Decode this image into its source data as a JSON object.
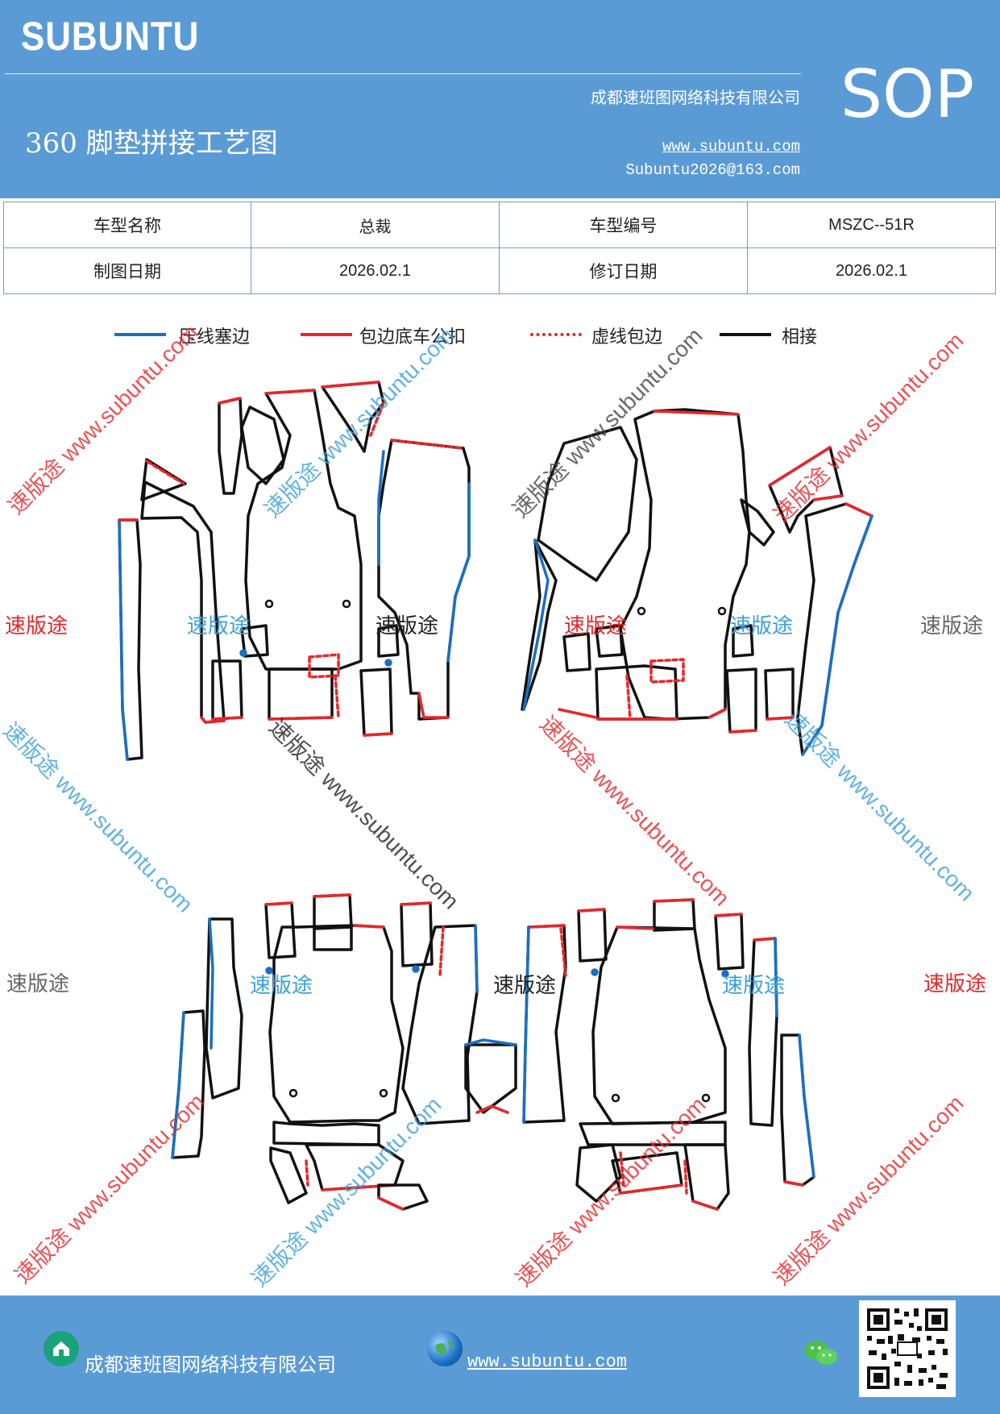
{
  "header": {
    "brand": "SUBUNTU",
    "company": "成都速班图网络科技有限公司",
    "doc_type": "SOP",
    "title": "360 脚垫拼接工艺图",
    "website": "www.subuntu.com",
    "email": "Subuntu2026@163.com"
  },
  "info_table": {
    "rows": [
      [
        "车型名称",
        "总裁",
        "车型编号",
        "MSZC--51R"
      ],
      [
        "制图日期",
        "2026.02.1",
        "修订日期",
        "2026.02.1"
      ]
    ]
  },
  "legend": {
    "items": [
      {
        "label": "压线塞边",
        "color": "#1a6fc4",
        "style": "solid"
      },
      {
        "label": "包边底车公扣",
        "color": "#e8262a",
        "style": "solid"
      },
      {
        "label": "虚线包边",
        "color": "#e8262a",
        "style": "dotted"
      },
      {
        "label": "相接",
        "color": "#111111",
        "style": "solid"
      }
    ]
  },
  "watermarks": {
    "brand_cn": "速版途",
    "url": "www.subuntu.com",
    "colors": {
      "red": "#e8262a",
      "blue": "#3aa0dc",
      "gray": "#666666",
      "black": "#222222"
    }
  },
  "footer": {
    "company": "成都速班图网络科技有限公司",
    "website": "www.subuntu.com",
    "icons": [
      "home-icon",
      "globe-icon",
      "wechat-icon",
      "qr-code"
    ]
  },
  "colors": {
    "header_bg": "#5b9bd5",
    "table_border": "#6aa0d0"
  }
}
